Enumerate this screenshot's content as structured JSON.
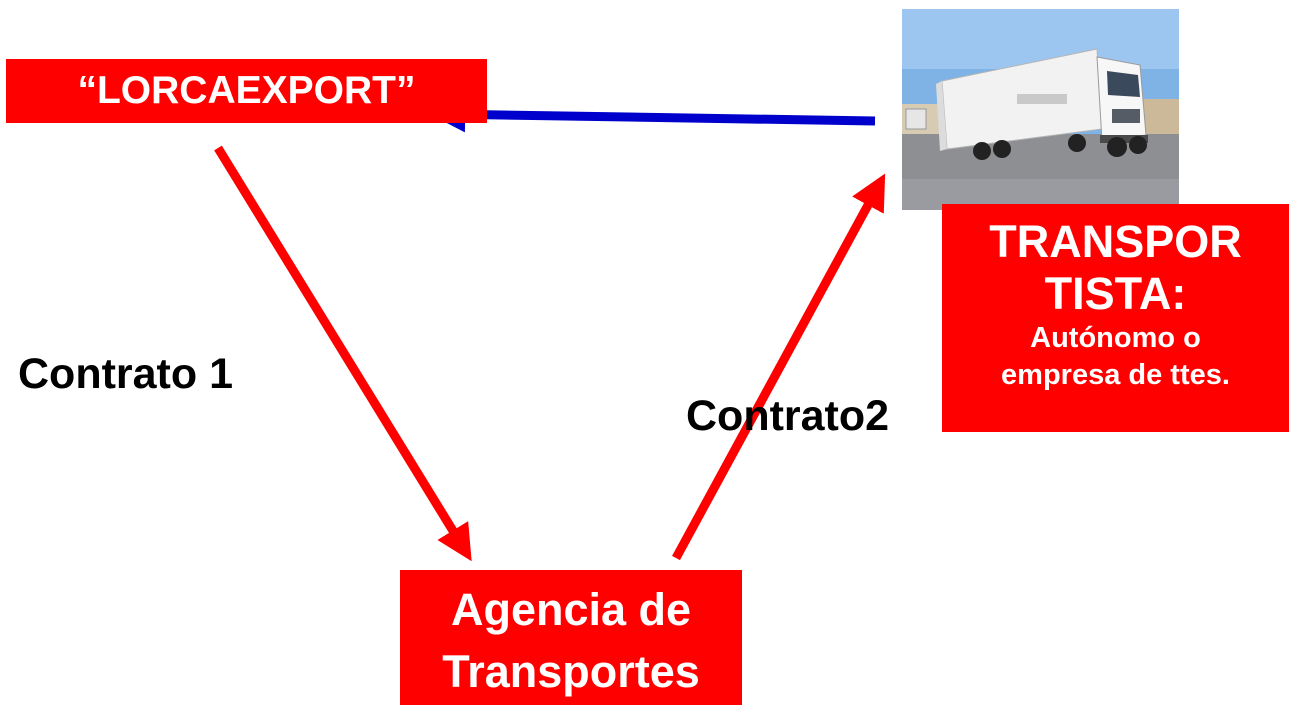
{
  "diagram": {
    "nodes": {
      "lorcaexport": {
        "label": "“LORCAEXPORT”"
      },
      "agencia": {
        "line1": "Agencia de",
        "line2": "Transportes"
      },
      "transportista": {
        "line1": "TRANSPOR",
        "line2": "TISTA:",
        "line3": "Autónomo o",
        "line4": "empresa de ttes."
      }
    },
    "edges": {
      "contrato1": "Contrato 1",
      "contrato2": "Contrato2"
    }
  },
  "colors": {
    "box_fill": "#ff0000",
    "box_text": "#ffffff",
    "contract_arrow": "#ff0000",
    "delivery_arrow": "#0000cc",
    "label_text": "#000000"
  },
  "photo": {
    "icon": "truck-photo"
  }
}
